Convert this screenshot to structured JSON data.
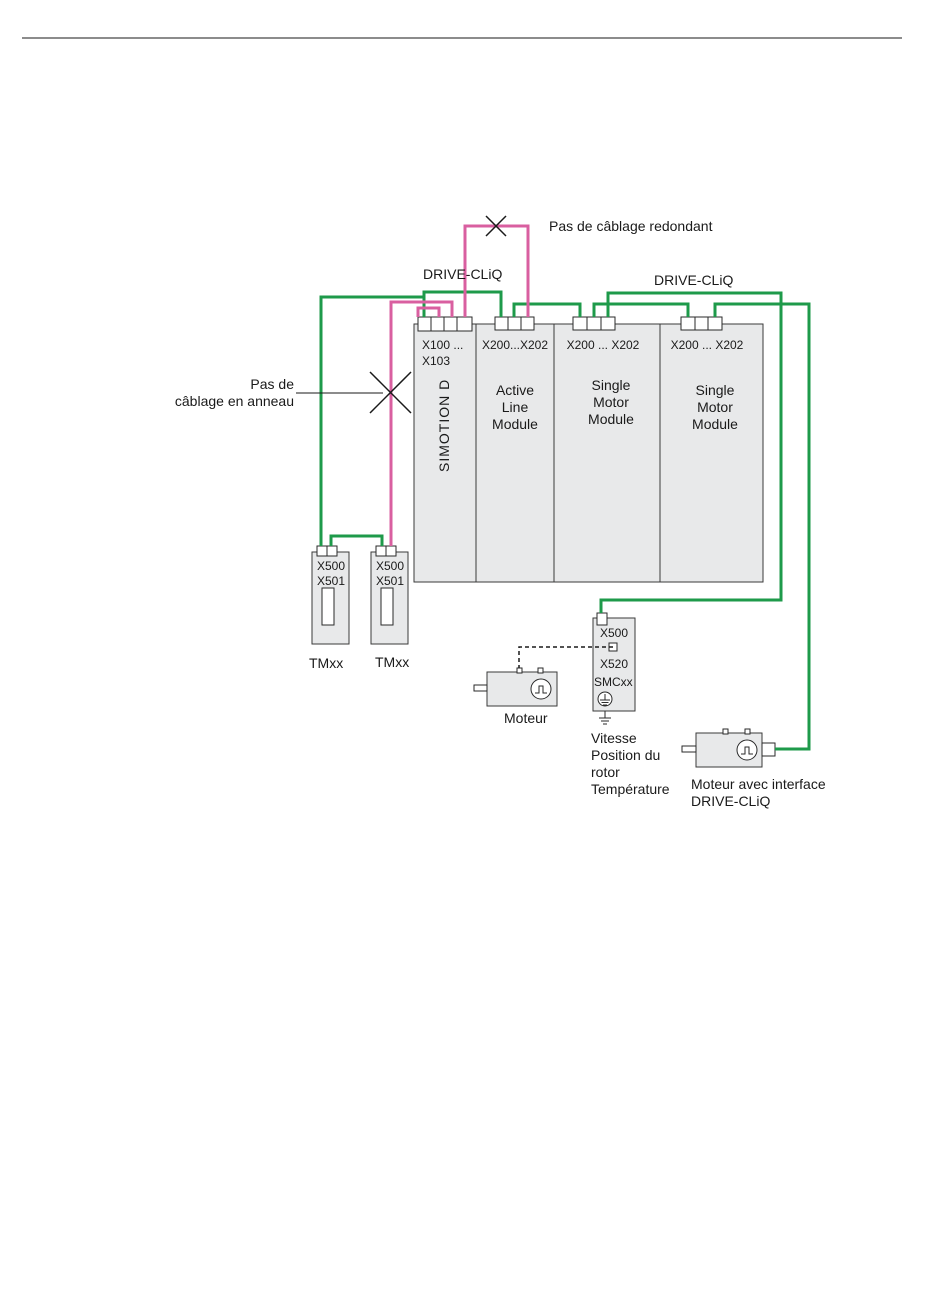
{
  "colors": {
    "drive_cliq_cable": "#1e9a4a",
    "redundant_cable": "#d95fa0",
    "module_fill": "#e8e9ea",
    "outline": "#3a3a3a"
  },
  "labels": {
    "no_redundant": "Pas de câblage redondant",
    "drive_cliq_left": "DRIVE-CLiQ",
    "drive_cliq_right": "DRIVE-CLiQ",
    "no_ring_line1": "Pas de",
    "no_ring_line2": "câblage en anneau"
  },
  "modules": {
    "simotion": {
      "ports_line1": "X100 ...",
      "ports_line2": "X103",
      "name": "SIMOTION D"
    },
    "alm": {
      "ports": "X200...X202",
      "line1": "Active",
      "line2": "Line",
      "line3": "Module"
    },
    "smm1": {
      "ports": "X200 ... X202",
      "line1": "Single",
      "line2": "Motor",
      "line3": "Module"
    },
    "smm2": {
      "ports": "X200 ... X202",
      "line1": "Single",
      "line2": "Motor",
      "line3": "Module"
    }
  },
  "terminal_modules": [
    {
      "port1": "X500",
      "port2": "X501",
      "name": "TMxx"
    },
    {
      "port1": "X500",
      "port2": "X501",
      "name": "TMxx"
    }
  ],
  "smc": {
    "port1": "X500",
    "port2": "X520",
    "name": "SMCxx",
    "signals": [
      "Vitesse",
      "Position du",
      "rotor",
      "Température"
    ]
  },
  "motor": {
    "label": "Moteur"
  },
  "motor_cliq": {
    "line1": "Moteur avec interface",
    "line2": "DRIVE-CLiQ"
  }
}
